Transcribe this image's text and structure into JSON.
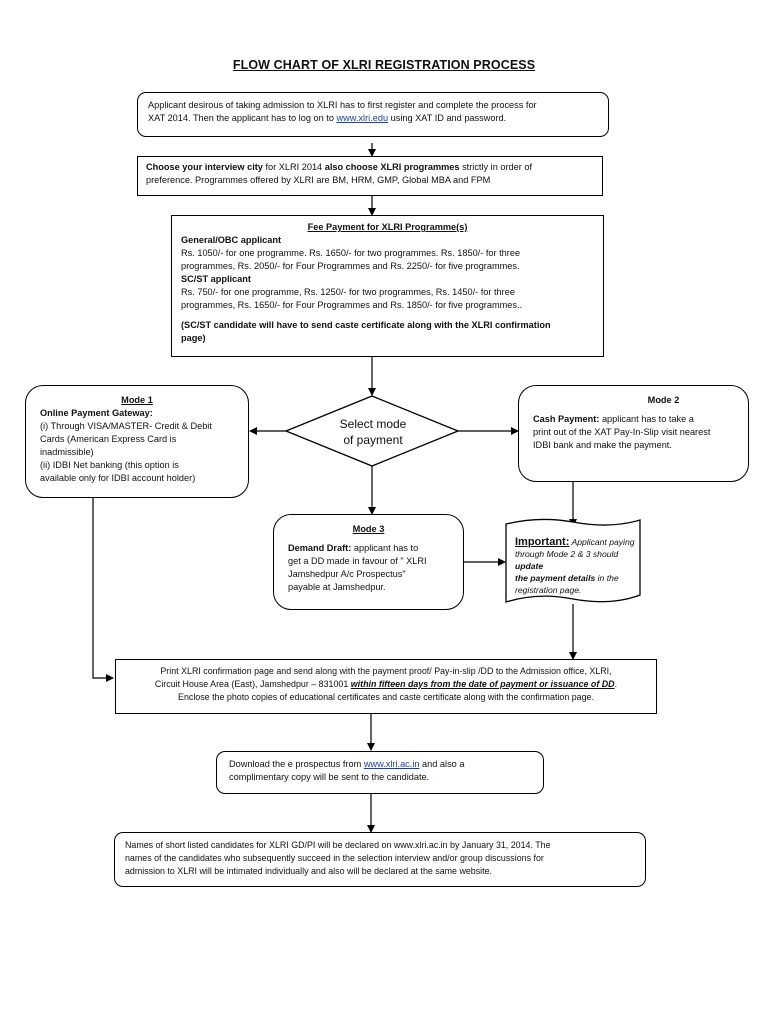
{
  "title": "FLOW CHART OF XLRI REGISTRATION PROCESS",
  "step1": {
    "line1": "Applicant desirous of taking admission to XLRI has to first register and complete the process for",
    "line2_pre": "XAT 2014.  Then the applicant has to log on to ",
    "link": "www.xlri.edu",
    "line2_post": " using XAT ID and password."
  },
  "step2": {
    "bold1": "Choose your interview city",
    "text1": " for XLRI 2014 ",
    "bold2": "also choose XLRI programmes",
    "text2": " strictly in order of",
    "line2": "preference.  Programmes offered by XLRI are BM, HRM, GMP, Global MBA and FPM"
  },
  "fee": {
    "heading": "Fee Payment for XLRI Programme(s)",
    "general_heading": "General/OBC applicant",
    "general_line1": "Rs. 1050/- for one programme.  Rs. 1650/- for two programmes. Rs. 1850/- for three",
    "general_line2": "programmes, Rs. 2050/- for Four Programmes and Rs. 2250/- for five programmes.",
    "scst_heading": "SC/ST applicant",
    "scst_line1": "Rs. 750/- for one programme,  Rs. 1250/- for two programmes, Rs. 1450/- for three",
    "scst_line2": "programmes, Rs. 1650/- for Four Programmes and Rs. 1850/- for five programmes..",
    "note_line1": "(SC/ST candidate will have to send caste certificate along with the XLRI confirmation",
    "note_line2": "page)"
  },
  "decision": {
    "line1": "Select mode",
    "line2": "of payment"
  },
  "mode1": {
    "title": "Mode 1",
    "heading": "Online Payment Gateway:",
    "line1": "(i) Through VISA/MASTER- Credit & Debit",
    "line2": "Cards (American Express Card is",
    "line3": "inadmissible)",
    "line4": "(ii) IDBI Net banking (this option is",
    "line5": "available only for IDBI account holder)"
  },
  "mode2": {
    "title": "Mode 2",
    "bold": "Cash Payment:",
    "line1": "  applicant has to take a",
    "line2": "print out of the XAT Pay-In-Slip visit nearest",
    "line3": "IDBI bank and make the payment."
  },
  "mode3": {
    "title": "Mode 3",
    "bold": "Demand Draft:",
    "line1": " applicant has to",
    "line2": "get a DD made in favour of \" XLRI",
    "line3": "Jamshedpur A/c Prospectus\"",
    "line4": "payable at Jamshedpur."
  },
  "important": {
    "title": "Important:",
    "text1": " Applicant paying",
    "text2": "through Mode 2 & 3 should ",
    "bold1": "update",
    "bold2": "the payment details",
    "text3": " in the",
    "text4": "registration page."
  },
  "print_step": {
    "line1": "Print XLRI confirmation page and send along with the payment proof/ Pay-in-slip /DD to the Admission office, XLRI,",
    "line2_pre": "Circuit House Area (East), Jamshedpur – 831001 ",
    "line2_bold": "within fifteen days from the date of payment or issuance of DD",
    "line2_post": ".",
    "line3": "Enclose the photo copies of educational certificates and caste certificate along with the confirmation page."
  },
  "download_step": {
    "pre": "Download the e prospectus from ",
    "link": "www.xlri.ac.in",
    "post": " and also a",
    "line2": "complimentary copy will be sent to the candidate."
  },
  "final_step": {
    "line1": "Names of short listed candidates for XLRI GD/PI will be declared on www.xlri.ac.in by January 31, 2014.  The",
    "line2": "names of the candidates who subsequently succeed in the  selection interview and/or group discussions for",
    "line3": "admission to  XLRI will be intimated individually and also will be declared at the same website."
  },
  "colors": {
    "link": "#1a3fb0",
    "line": "#000000"
  }
}
